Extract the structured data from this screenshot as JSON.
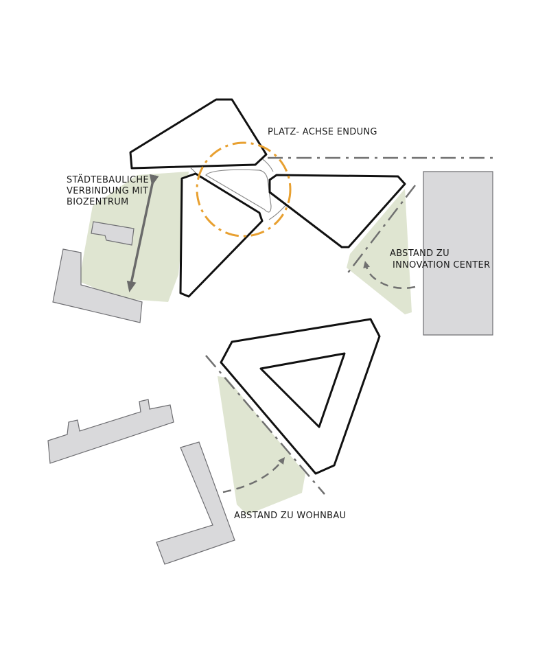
{
  "labels": {
    "platz_achse": "PLATZ- ACHSE ENDUNG",
    "verbindung_line1": "STÄDTEBAULICHE",
    "verbindung_line2": "VERBINDUNG MIT",
    "verbindung_line3": "BIOZENTRUM",
    "innovation_line1": "ABSTAND ZU",
    "innovation_line2": "INNOVATION CENTER",
    "wohnbau": "ABSTAND ZU WOHNBAU"
  },
  "colors": {
    "green_space": "#dfe5d1",
    "existing_building": "#d9d9db",
    "plaza_circle": "#e8a030",
    "axis_line": "#707070"
  }
}
